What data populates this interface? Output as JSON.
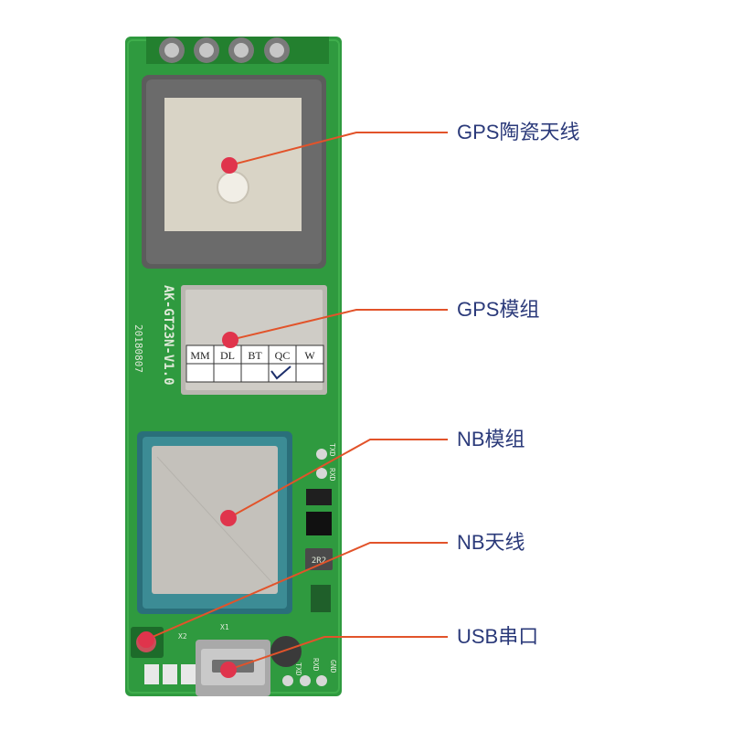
{
  "board": {
    "silkscreen_model": "AK-GT23N-V1.0",
    "silkscreen_date": "20180807",
    "qc_label_headers": [
      "MM",
      "DL",
      "BT",
      "QC",
      "W"
    ],
    "pin_labels": {
      "txd": "TXD",
      "rxd": "RXD",
      "gnd": "GND",
      "x1": "X1",
      "x2": "X2",
      "inductor": "2R2"
    }
  },
  "colors": {
    "pcb": "#2f9a3f",
    "pcb_dark": "#23802f",
    "callout_line": "#e2532a",
    "marker": "#e0344c",
    "label": "#2b3a7a"
  },
  "callouts": [
    {
      "id": "gps-antenna",
      "label": "GPS陶瓷天线"
    },
    {
      "id": "gps-module",
      "label": "GPS模组"
    },
    {
      "id": "nb-module",
      "label": "NB模组"
    },
    {
      "id": "nb-antenna",
      "label": "NB天线"
    },
    {
      "id": "usb-serial",
      "label": "USB串口"
    }
  ]
}
